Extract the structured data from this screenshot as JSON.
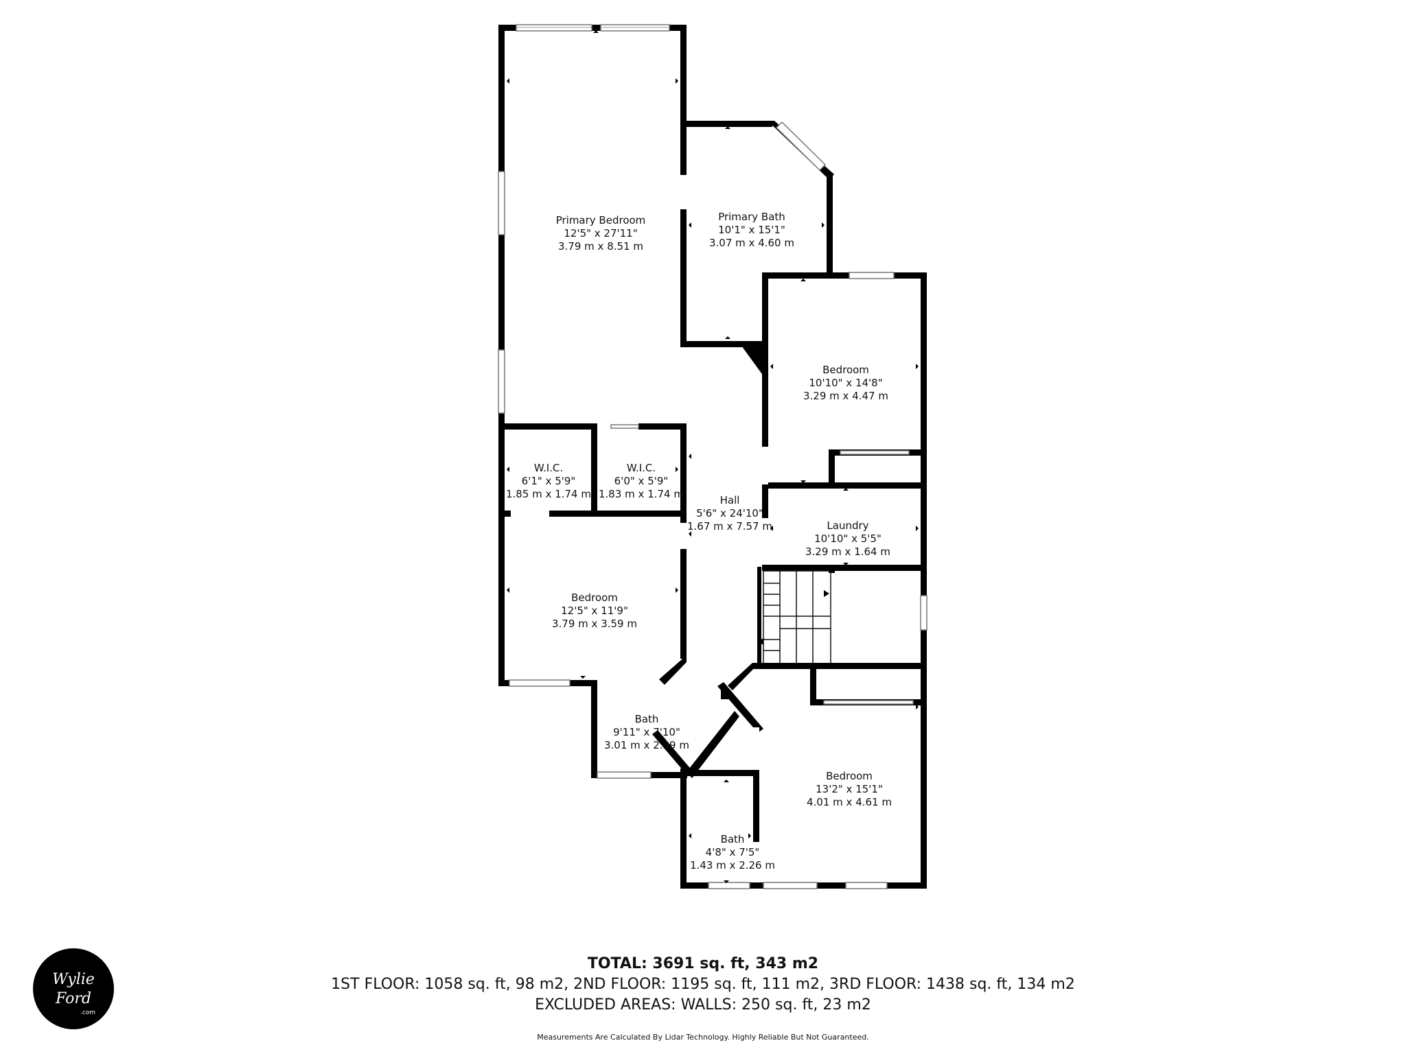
{
  "rooms": [
    {
      "id": "primary-bedroom",
      "name": "Primary Bedroom",
      "imperial": "12'5\" x 27'11\"",
      "metric": "3.79 m x 8.51 m"
    },
    {
      "id": "primary-bath",
      "name": "Primary Bath",
      "imperial": "10'1\" x 15'1\"",
      "metric": "3.07 m x 4.60 m"
    },
    {
      "id": "bedroom-2",
      "name": "Bedroom",
      "imperial": "10'10\" x 14'8\"",
      "metric": "3.29 m x 4.47 m"
    },
    {
      "id": "wic-1",
      "name": "W.I.C.",
      "imperial": "6'1\" x 5'9\"",
      "metric": "1.85 m x 1.74 m"
    },
    {
      "id": "wic-2",
      "name": "W.I.C.",
      "imperial": "6'0\" x 5'9\"",
      "metric": "1.83 m x 1.74 m"
    },
    {
      "id": "hall",
      "name": "Hall",
      "imperial": "5'6\" x 24'10\"",
      "metric": "1.67 m x 7.57 m"
    },
    {
      "id": "laundry",
      "name": "Laundry",
      "imperial": "10'10\" x 5'5\"",
      "metric": "3.29 m x 1.64 m"
    },
    {
      "id": "bedroom-3",
      "name": "Bedroom",
      "imperial": "12'5\" x 11'9\"",
      "metric": "3.79 m x 3.59 m"
    },
    {
      "id": "bath-1",
      "name": "Bath",
      "imperial": "9'11\" x 7'10\"",
      "metric": "3.01 m x 2.39 m"
    },
    {
      "id": "bedroom-4",
      "name": "Bedroom",
      "imperial": "13'2\" x 15'1\"",
      "metric": "4.01 m x 4.61 m"
    },
    {
      "id": "bath-2",
      "name": "Bath",
      "imperial": "4'8\" x 7'5\"",
      "metric": "1.43 m x 2.26 m"
    }
  ],
  "summary": {
    "total": "TOTAL: 3691 sq. ft, 343 m2",
    "floors": "1ST FLOOR: 1058 sq. ft, 98 m2, 2ND FLOOR: 1195 sq. ft, 111 m2, 3RD FLOOR: 1438 sq. ft, 134 m2",
    "excluded": "EXCLUDED AREAS: WALLS: 250 sq. ft, 23 m2",
    "disclaimer": "Measurements Are Calculated By Lidar Technology. Highly Reliable But Not Guaranteed."
  },
  "logo": {
    "line1": "Wylie",
    "line2": "Ford",
    "line3": ".com"
  },
  "colors": {
    "wall": "#000000",
    "background": "#ffffff",
    "window": "#ffffff"
  }
}
